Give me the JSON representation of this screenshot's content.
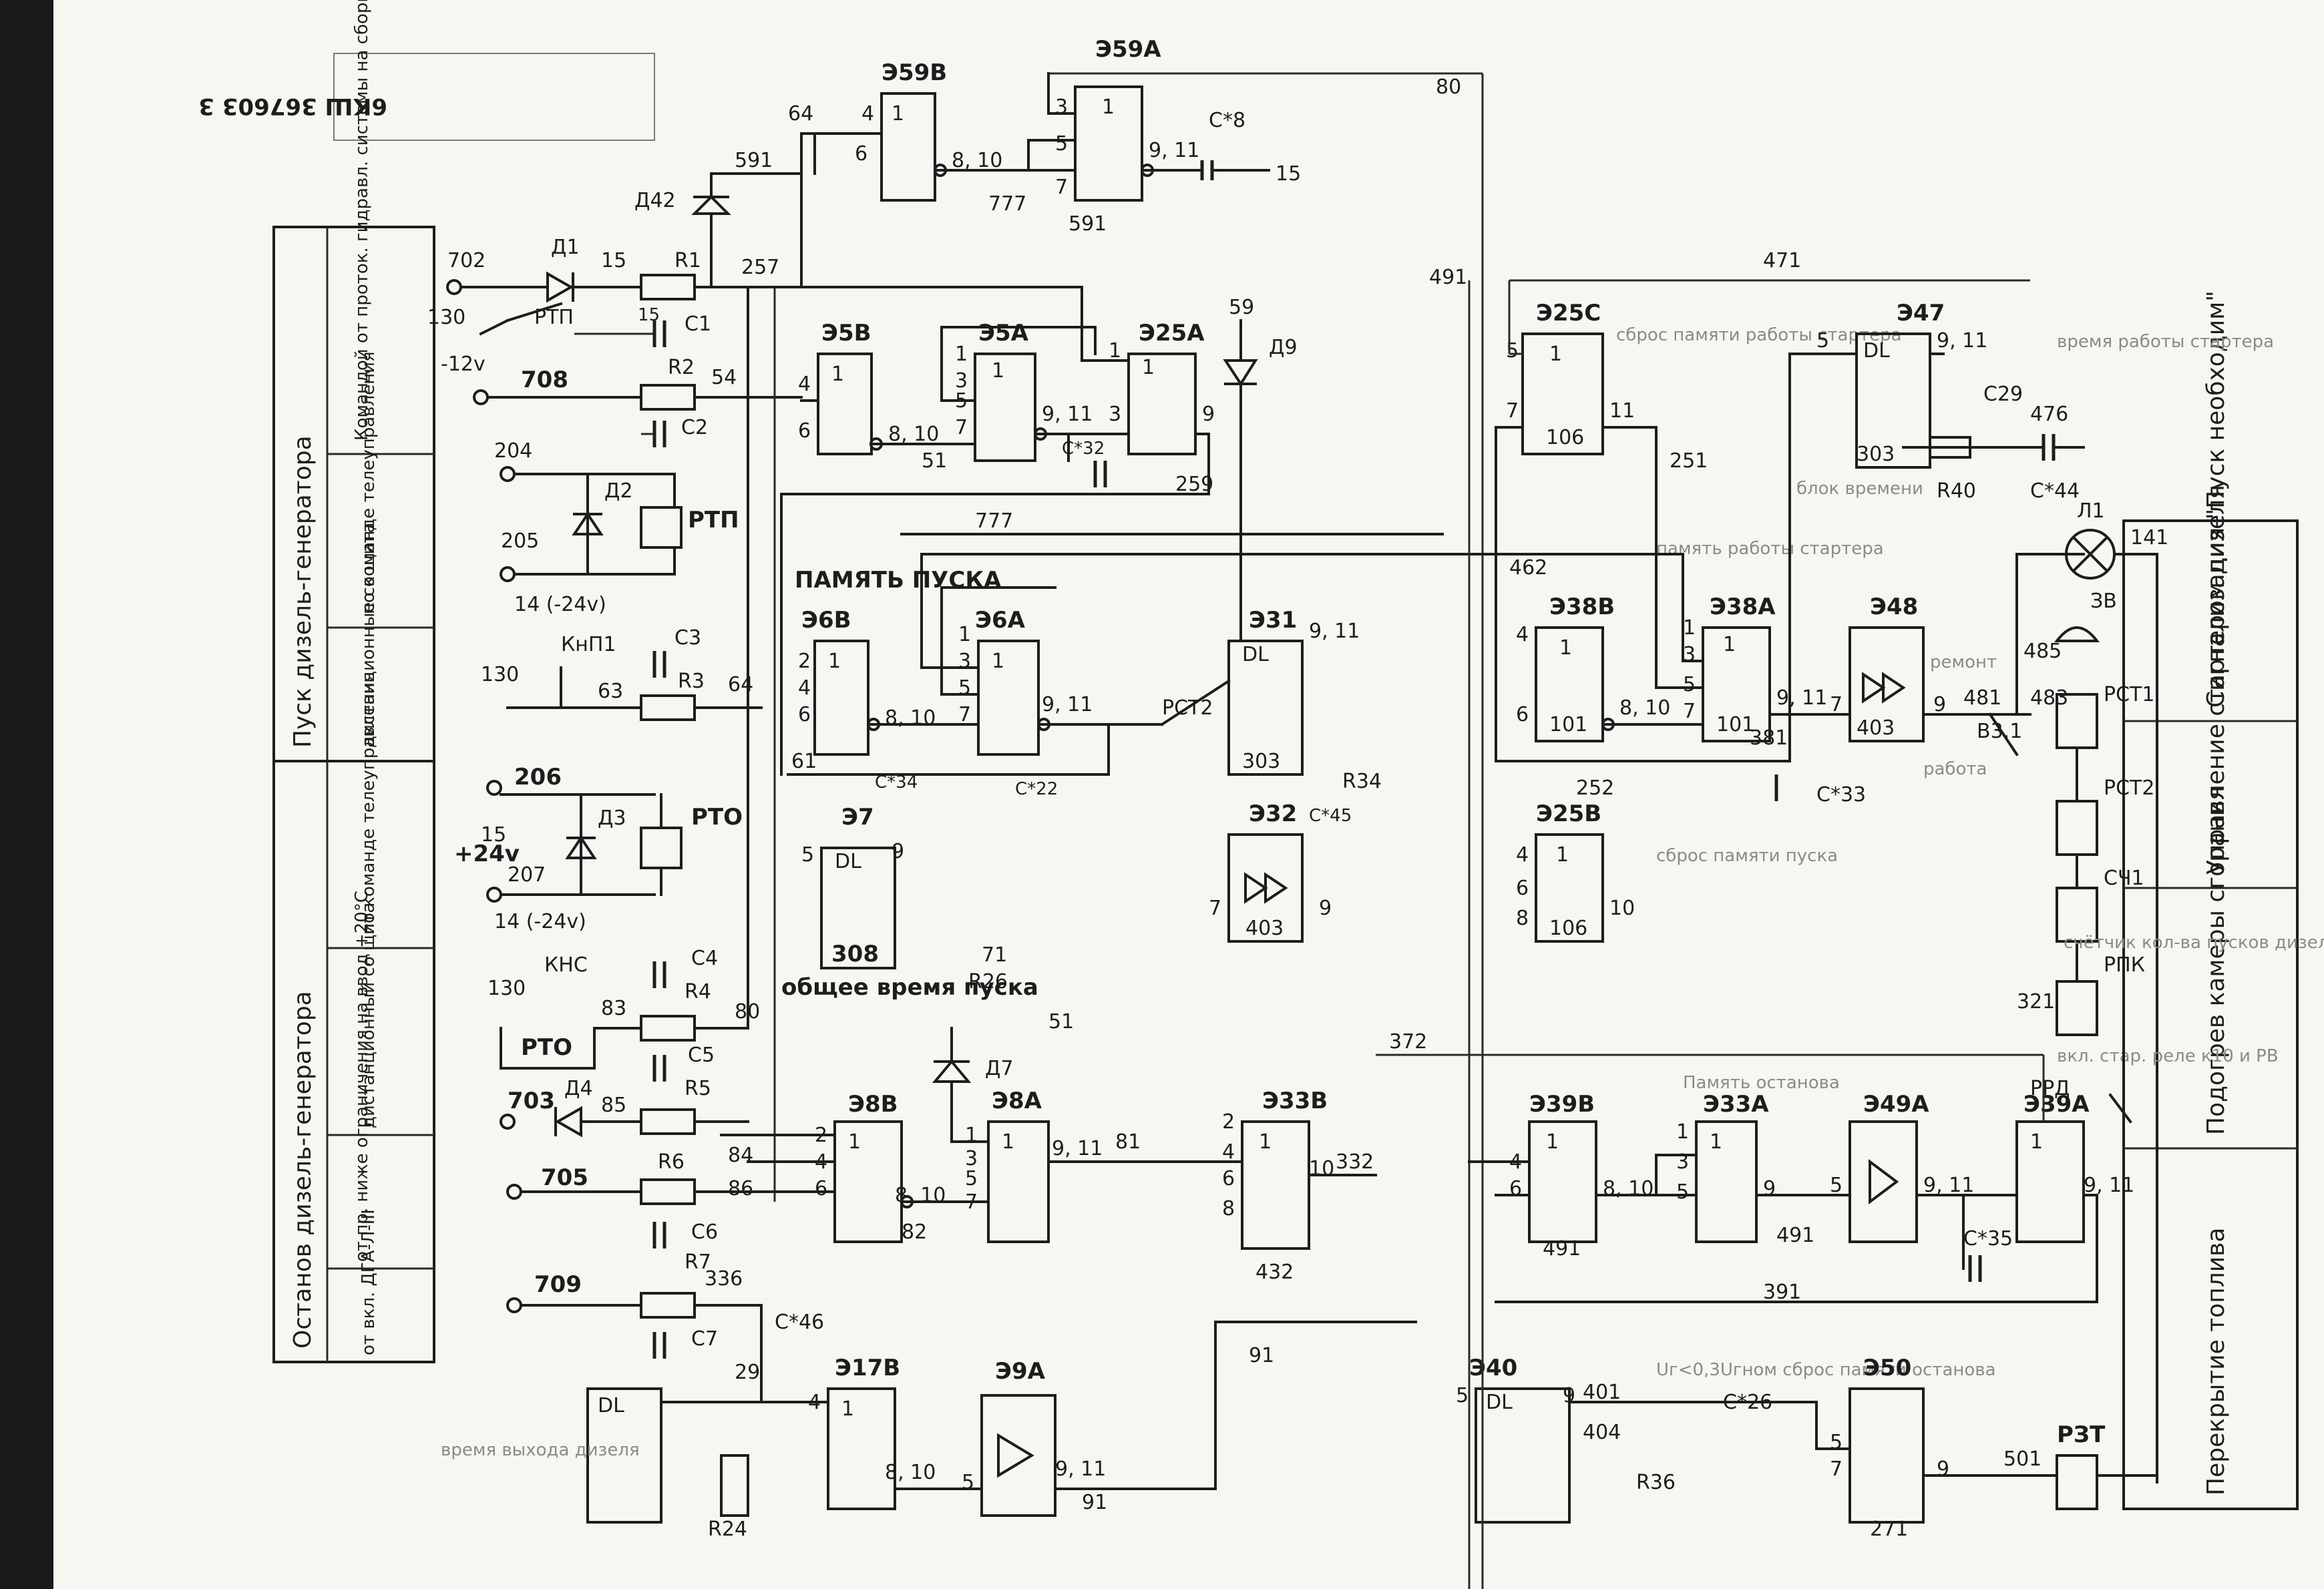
{
  "doc_number": "6КШ 367603 3",
  "side_table": {
    "group1_title": "Пуск дизель-генератора",
    "group1_rows": [
      "Командой от проток. гидравл. системы на сборке шинах",
      "по команде телеуправления",
      "дистанционные со щита"
    ],
    "group2_title": "Останов дизель-генератора",
    "group2_rows": [
      "по команде телеуправления",
      "дистанционный со щита",
      "от пр. ниже ограничения на ввод +20°С",
      "от вкл. ДГА-Л-III"
    ]
  },
  "right_table": [
    "Сигнализация \"Пуск необходим\"",
    "Управление стартером дизеля",
    "Подогрев камеры сгорания",
    "Перекрытие топлива"
  ],
  "notes": {
    "memory_start": "ПАМЯТЬ ПУСКА",
    "total_start_time": "общее время пуска",
    "memory_stop": "Память останова",
    "starter_memory_reset": "сброс памяти работы стартера",
    "starter_work_memory": "память работы стартера",
    "starter_work_time": "время работы стартера",
    "start_memory_reset": "сброс памяти пуска",
    "time_delay": "время выхода дизеля",
    "stop_memory_reset": "Uг<0,3Uгном сброс памяти останова",
    "block_time": "блок времени",
    "repair": "ремонт",
    "work": "работа",
    "start_counter": "счётчик кол-ва пусков дизеля",
    "heater": "вкл. стар. реле к10 и РВ"
  },
  "blocks": [
    {
      "id": "Э59В",
      "pins_in": [
        "4",
        "1",
        "6"
      ],
      "pins_out": [
        "8, 10"
      ]
    },
    {
      "id": "Э59А",
      "pins_in": [
        "3",
        "5",
        "7"
      ],
      "pins_out": [
        "9, 11"
      ]
    },
    {
      "id": "Э5В",
      "pins_in": [
        "4",
        "6"
      ],
      "pins_out": [
        "8, 10"
      ]
    },
    {
      "id": "Э5А",
      "pins_in": [
        "1",
        "3",
        "5",
        "7"
      ],
      "pins_out": [
        "9, 11"
      ]
    },
    {
      "id": "Э25А",
      "pins_in": [
        "1",
        "3"
      ],
      "pins_out": [
        "9"
      ]
    },
    {
      "id": "Э6В",
      "pins_in": [
        "2",
        "4",
        "6"
      ],
      "pins_out": [
        "8, 10"
      ]
    },
    {
      "id": "Э6А",
      "pins_in": [
        "1",
        "3",
        "5",
        "7"
      ],
      "pins_out": [
        "9, 11"
      ]
    },
    {
      "id": "Э31",
      "pins_in": [
        "DL"
      ],
      "pins_out": [
        "9, 11"
      ]
    },
    {
      "id": "Э32",
      "pins_in": [
        "7"
      ],
      "pins_out": [
        "9"
      ]
    },
    {
      "id": "Э7",
      "pins_in": [
        "5"
      ],
      "pins_out": [
        "9"
      ]
    },
    {
      "id": "Э25С",
      "pins_in": [
        "5",
        "7"
      ],
      "pins_out": [
        "11"
      ]
    },
    {
      "id": "Э47",
      "pins_in": [
        "5"
      ],
      "pins_out": [
        "9, 11"
      ]
    },
    {
      "id": "Э38В",
      "pins_in": [
        "4",
        "6"
      ],
      "pins_out": [
        "8, 10"
      ]
    },
    {
      "id": "Э38А",
      "pins_in": [
        "1",
        "3",
        "5",
        "7"
      ],
      "pins_out": [
        "9, 11"
      ]
    },
    {
      "id": "Э48",
      "pins_in": [
        "7"
      ],
      "pins_out": [
        "9"
      ]
    },
    {
      "id": "Э25В",
      "pins_in": [
        "4",
        "6",
        "8"
      ],
      "pins_out": [
        "10"
      ]
    },
    {
      "id": "Э8В",
      "pins_in": [
        "2",
        "4",
        "6"
      ],
      "pins_out": [
        "8, 10"
      ]
    },
    {
      "id": "Э8А",
      "pins_in": [
        "1",
        "3",
        "5",
        "7"
      ],
      "pins_out": [
        "9, 11"
      ]
    },
    {
      "id": "Э33В",
      "pins_in": [
        "2",
        "4",
        "6",
        "8"
      ],
      "pins_out": [
        "10"
      ]
    },
    {
      "id": "Э39В",
      "pins_in": [
        "4",
        "6"
      ],
      "pins_out": [
        "8, 10"
      ]
    },
    {
      "id": "Э33А",
      "pins_in": [
        "1",
        "3",
        "5"
      ],
      "pins_out": [
        "9"
      ]
    },
    {
      "id": "Э49А",
      "pins_in": [
        "5"
      ],
      "pins_out": [
        "9, 11"
      ]
    },
    {
      "id": "Э39А",
      "pins_in": [
        "1"
      ],
      "pins_out": [
        "9, 11"
      ]
    },
    {
      "id": "Э17В",
      "pins_in": [
        "4"
      ],
      "pins_out": [
        "8, 10"
      ]
    },
    {
      "id": "Э9А",
      "pins_in": [
        "5"
      ],
      "pins_out": [
        "9, 11"
      ]
    },
    {
      "id": "Э40",
      "pins_in": [
        "5"
      ],
      "pins_out": [
        "9"
      ]
    },
    {
      "id": "Э50",
      "pins_in": [
        "5",
        "7"
      ],
      "pins_out": [
        "9"
      ]
    }
  ],
  "net_labels": {
    "n64": "64",
    "n591a": "591",
    "n591b": "591",
    "n777a": "777",
    "n777b": "777",
    "n80a": "80",
    "n80b": "80",
    "n15a": "15",
    "n257": "257",
    "n491a": "491",
    "n491b": "491",
    "n491c": "491",
    "n59": "59",
    "n54": "54",
    "n51": "51",
    "n259": "259",
    "n471": "471",
    "n251": "251",
    "n462": "462",
    "n252": "252",
    "n372": "372",
    "n381": "381",
    "n481": "481",
    "n483": "483",
    "n485": "485",
    "n141": "141",
    "n321": "321",
    "n63": "63",
    "n64b": "64",
    "n61": "61",
    "n71": "71",
    "n51b": "51",
    "n83": "83",
    "n85": "85",
    "n84": "84",
    "n86": "86",
    "n82": "82",
    "n81": "81",
    "n332": "332",
    "n432": "432",
    "n336": "336",
    "n391": "391",
    "n91a": "91",
    "n91b": "91",
    "n401": "401",
    "n404": "404",
    "n501": "501",
    "n271": "271",
    "n29": "29",
    "n476": "476",
    "n303": "303",
    "n403a": "403",
    "n403b": "403",
    "n101a": "101",
    "n101b": "101",
    "n106a": "106",
    "n106b": "106"
  },
  "terminals": {
    "t702": "702",
    "t130a": "130",
    "t12v": "-12v",
    "t708": "708",
    "t204": "204",
    "t205": "205",
    "t14a": "14 (-24v)",
    "t130b": "130",
    "t206": "206",
    "t15": "15",
    "t24v": "+24v",
    "t207": "207",
    "t14b": "14 (-24v)",
    "t130c": "130",
    "t703": "703",
    "t705": "705",
    "t709": "709"
  },
  "components": {
    "D1": "Д1",
    "D2": "Д2",
    "D3": "Д3",
    "D4": "Д4",
    "D7": "Д7",
    "D9": "Д9",
    "D42": "Д42",
    "R1": "R1",
    "R2": "R2",
    "R3": "R3",
    "R4": "R4",
    "R5": "R5",
    "R6": "R6",
    "R7": "R7",
    "R24": "R24",
    "R26": "R26",
    "R34": "R34",
    "R36": "R36",
    "R40": "R40",
    "C1": "C1",
    "C2": "C2",
    "C3": "C3",
    "C4": "C4",
    "C5": "C5",
    "C6": "C6",
    "C7": "C7",
    "C8": "C*8",
    "C22": "C*22",
    "C26": "C*26",
    "C29": "C29",
    "C32": "C*32",
    "C33": "C*33",
    "C34": "C*34",
    "C35": "C*35",
    "C44": "C*44",
    "C46": "C*46",
    "C45": "C*45",
    "RTP": "РТП",
    "RTP2": "РТП",
    "RTO": "РТО",
    "RTO2": "РТО",
    "KnP1": "КнП1",
    "KNS": "КНС",
    "RST1": "РСТ1",
    "RST2": "РСТ2",
    "RST2b": "РСТ2",
    "SCh1": "СЧ1",
    "RPK": "РПК",
    "RRD": "РРД",
    "RZT": "РЗТ",
    "L1": "Л1",
    "ZV": "ЗВ",
    "V31": "В3.1",
    "DL": "DL"
  }
}
